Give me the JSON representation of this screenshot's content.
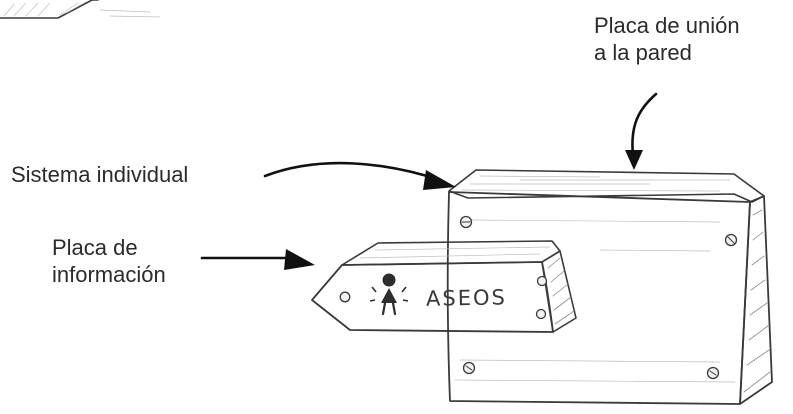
{
  "labels": {
    "wall_plate": [
      "Placa de unión",
      "a la pared"
    ],
    "individual_system": "Sistema individual",
    "info_plate": [
      "Placa de",
      "información"
    ]
  },
  "sign": {
    "text": "ASEOS",
    "icon": "person-icon"
  },
  "colors": {
    "ink": "#3a3a3a",
    "arrow": "#111111",
    "label_text": "#2b2b2b",
    "background": "#ffffff"
  }
}
